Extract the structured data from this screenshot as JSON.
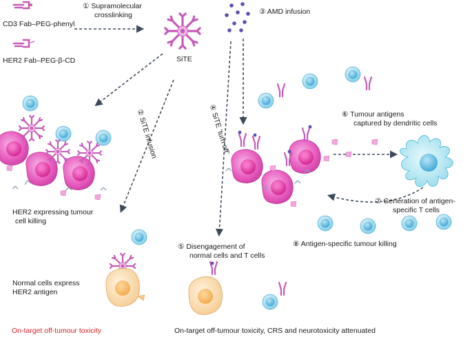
{
  "legend": {
    "cd3": "CD3 Fab–PEG-phenyl",
    "her2": "HER2 Fab–PEG-β-CD"
  },
  "steps": {
    "s1_num": "①",
    "s1_line1": "Supramolecular",
    "s1_line2": "crosslinking",
    "site_label": "SiTE",
    "s2_num": "②",
    "s2_text": "SiTE infusion",
    "s3_num": "③",
    "s3_text": "AMD infusion",
    "s4_num": "④",
    "s4_text": "SiTE ‘turn off’",
    "s5_num": "⑤",
    "s5_line1": "Disengagement of",
    "s5_line2": "normal cells and T cells",
    "s6_num": "⑥",
    "s6_line1": "Tumour antigens",
    "s6_line2": "captured by dendritic cells",
    "s7_num": "⑦",
    "s7_line1": "Generation of antigen-",
    "s7_line2": "specific T cells",
    "s8_num": "⑧",
    "s8_text": "Antigen-specific tumour killing"
  },
  "outcomes": {
    "tumour_killing_line1": "HER2 expressing tumour",
    "tumour_killing_line2": "cell killing",
    "normal_line1": "Normal cells express",
    "normal_line2": "HER2 antigen",
    "toxicity": "On-target off-tumour toxicity",
    "attenuated": "On-target off-tumour toxicity, CRS and neurotoxicity attenuated"
  },
  "colors": {
    "tumour_cell": "#e85fc0",
    "tcell": "#7ccbe8",
    "normal_cell": "#f5c789",
    "dendritic": "#a9e3ef",
    "antibody": "#c45ab8",
    "amd": "#5b4fb0",
    "arrow": "#3e4a5c",
    "toxicity_text": "#d8232a"
  }
}
